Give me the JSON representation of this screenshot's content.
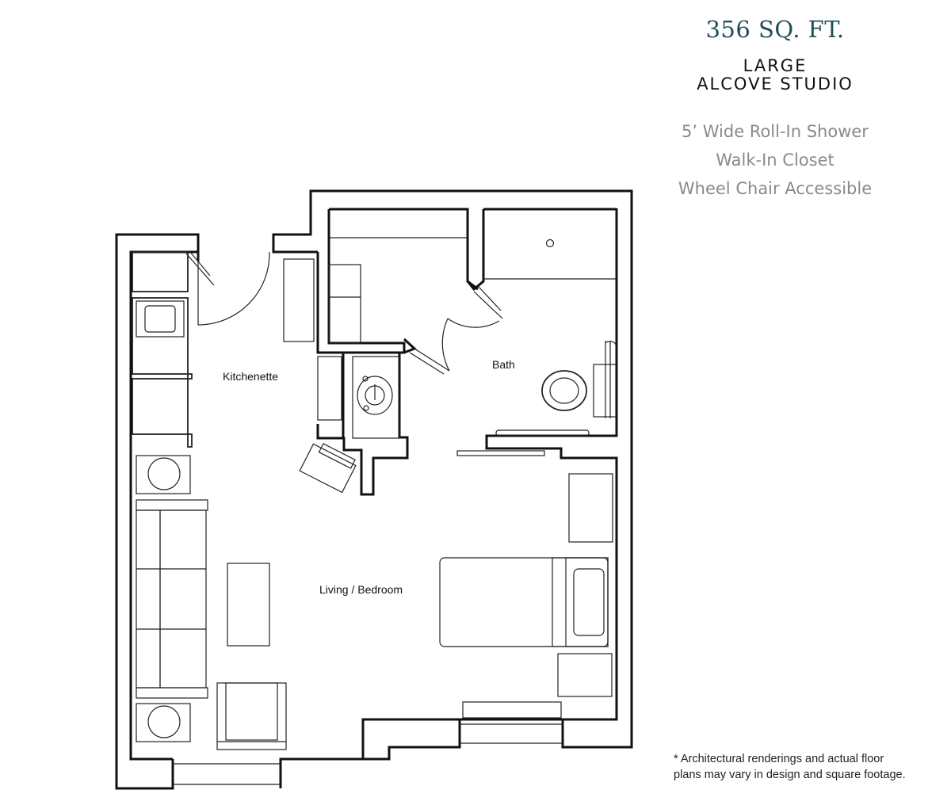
{
  "header": {
    "square_footage": "356 SQ. FT.",
    "unit_type_line1": "LARGE",
    "unit_type_line2": "ALCOVE STUDIO"
  },
  "features": [
    "5’ Wide Roll-In Shower",
    "Walk-In Closet",
    "Wheel Chair Accessible"
  ],
  "rooms": {
    "kitchenette": "Kitchenette",
    "bath": "Bath",
    "living_bedroom": "Living / Bedroom"
  },
  "disclaimer": {
    "line1": "* Architectural renderings and actual floor",
    "line2": "plans may vary in design and square footage."
  },
  "colors": {
    "title": "#1f4f55",
    "feature_text": "#8a8a8a",
    "line": "#111111"
  }
}
